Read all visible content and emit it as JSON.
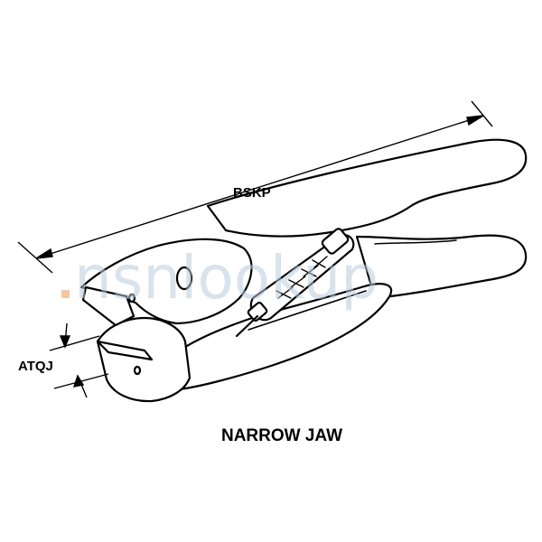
{
  "diagram": {
    "dimension_overall_length": "BSKP",
    "dimension_jaw_width": "ATQJ",
    "caption": "NARROW JAW"
  },
  "watermark": {
    "text": "nsnlookup"
  },
  "colors": {
    "line": "#000000",
    "background": "#ffffff",
    "watermark": "#b9cde0",
    "watermark_dot": "#f0b07a"
  }
}
